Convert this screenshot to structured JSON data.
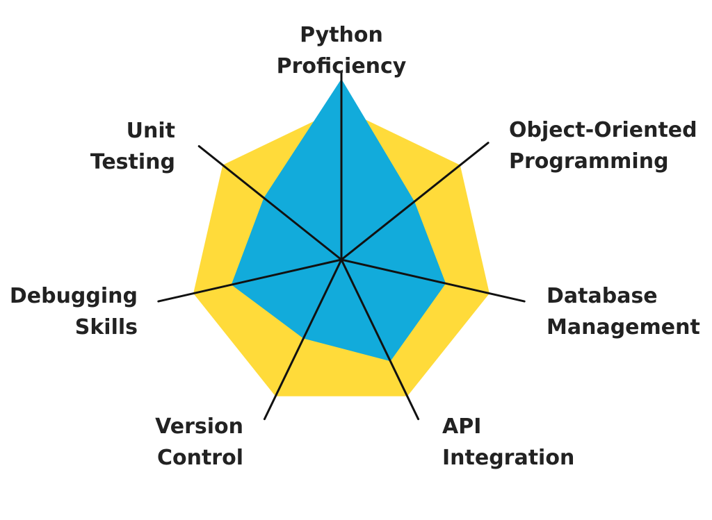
{
  "chart_data": {
    "type": "radar",
    "title": "",
    "axes": [
      "Python Proficiency",
      "Object-Oriented Programming",
      "Database Management",
      "API Integration",
      "Version Control",
      "Debugging Skills",
      "Unit Testing"
    ],
    "max_value": 1.0,
    "grid": false,
    "legend": "none",
    "series": [
      {
        "values": [
          0.78,
          0.78,
          0.78,
          0.78,
          0.78,
          0.78,
          0.78
        ],
        "color": "#FFDB3A"
      },
      {
        "values": [
          0.93,
          0.48,
          0.55,
          0.58,
          0.45,
          0.58,
          0.51
        ],
        "color": "#12ABDB"
      }
    ]
  }
}
